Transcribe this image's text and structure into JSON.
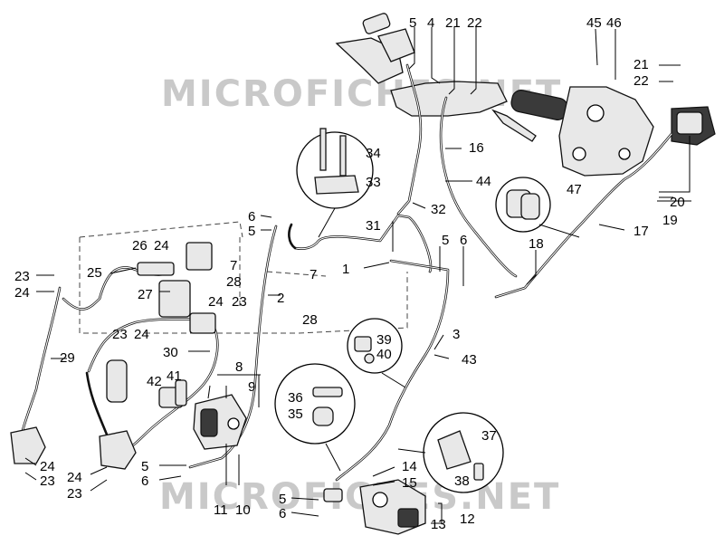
{
  "watermark": {
    "top": "MICROFICHES.NET",
    "bottom": "MICROFICHES.NET"
  },
  "callouts": [
    {
      "id": "c5a",
      "text": "5"
    },
    {
      "id": "c4",
      "text": "4"
    },
    {
      "id": "c21a",
      "text": "21"
    },
    {
      "id": "c22a",
      "text": "22"
    },
    {
      "id": "c45",
      "text": "45"
    },
    {
      "id": "c46",
      "text": "46"
    },
    {
      "id": "c21b",
      "text": "21"
    },
    {
      "id": "c22b",
      "text": "22"
    },
    {
      "id": "c16",
      "text": "16"
    },
    {
      "id": "c34",
      "text": "34"
    },
    {
      "id": "c33",
      "text": "33"
    },
    {
      "id": "c44",
      "text": "44"
    },
    {
      "id": "c47",
      "text": "47"
    },
    {
      "id": "c20",
      "text": "20"
    },
    {
      "id": "c19",
      "text": "19"
    },
    {
      "id": "c17",
      "text": "17"
    },
    {
      "id": "c32",
      "text": "32"
    },
    {
      "id": "c31",
      "text": "31"
    },
    {
      "id": "c18",
      "text": "18"
    },
    {
      "id": "c6a",
      "text": "6"
    },
    {
      "id": "c5b",
      "text": "5"
    },
    {
      "id": "c26",
      "text": "26"
    },
    {
      "id": "c24a",
      "text": "24"
    },
    {
      "id": "c7a",
      "text": "7"
    },
    {
      "id": "c25",
      "text": "25"
    },
    {
      "id": "c28a",
      "text": "28"
    },
    {
      "id": "c23a",
      "text": "23"
    },
    {
      "id": "c24b",
      "text": "24"
    },
    {
      "id": "c27",
      "text": "27"
    },
    {
      "id": "c1",
      "text": "1"
    },
    {
      "id": "c5c",
      "text": "5"
    },
    {
      "id": "c6b",
      "text": "6"
    },
    {
      "id": "c7b",
      "text": "7"
    },
    {
      "id": "c2",
      "text": "2"
    },
    {
      "id": "c24c",
      "text": "24"
    },
    {
      "id": "c23b",
      "text": "23"
    },
    {
      "id": "c28b",
      "text": "28"
    },
    {
      "id": "c3",
      "text": "3"
    },
    {
      "id": "c29",
      "text": "29"
    },
    {
      "id": "c23c",
      "text": "23"
    },
    {
      "id": "c24d",
      "text": "24"
    },
    {
      "id": "c39",
      "text": "39"
    },
    {
      "id": "c40",
      "text": "40"
    },
    {
      "id": "c30",
      "text": "30"
    },
    {
      "id": "c43",
      "text": "43"
    },
    {
      "id": "c8",
      "text": "8"
    },
    {
      "id": "c42",
      "text": "42"
    },
    {
      "id": "c41",
      "text": "41"
    },
    {
      "id": "c9",
      "text": "9"
    },
    {
      "id": "c36",
      "text": "36"
    },
    {
      "id": "c35",
      "text": "35"
    },
    {
      "id": "c37",
      "text": "37"
    },
    {
      "id": "c24e",
      "text": "24"
    },
    {
      "id": "c23d",
      "text": "23"
    },
    {
      "id": "c5d",
      "text": "5"
    },
    {
      "id": "c14",
      "text": "14"
    },
    {
      "id": "c38",
      "text": "38"
    },
    {
      "id": "c24f",
      "text": "24"
    },
    {
      "id": "c6c",
      "text": "6"
    },
    {
      "id": "c15",
      "text": "15"
    },
    {
      "id": "c23e",
      "text": "23"
    },
    {
      "id": "c5e",
      "text": "5"
    },
    {
      "id": "c12",
      "text": "12"
    },
    {
      "id": "c11",
      "text": "11"
    },
    {
      "id": "c10",
      "text": "10"
    },
    {
      "id": "c6d",
      "text": "6"
    },
    {
      "id": "c13",
      "text": "13"
    }
  ]
}
